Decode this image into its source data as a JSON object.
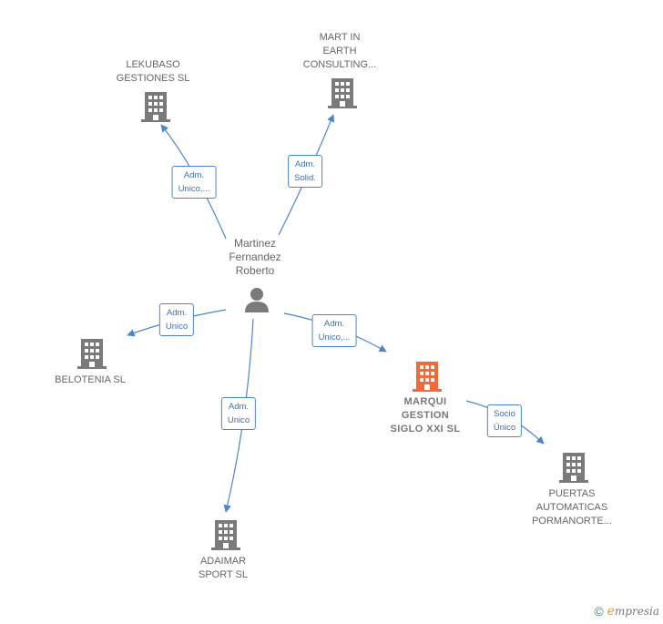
{
  "colors": {
    "edge": "#4a86d0",
    "building": "#7a7a7a",
    "building_focus": "#f26a3a",
    "person": "#7a7a7a"
  },
  "nodes": {
    "lekubaso": {
      "label": "LEKUBASO\nGESTIONES SL",
      "icon": "building-icon"
    },
    "martin_earth": {
      "label": "MART IN\nEARTH\nCONSULTING...",
      "icon": "building-icon"
    },
    "person": {
      "label": "Martinez\nFernandez\nRoberto",
      "icon": "person-icon"
    },
    "belotenia": {
      "label": "BELOTENIA SL",
      "icon": "building-icon"
    },
    "marqui": {
      "label": "MARQUI\nGESTION\nSIGLO XXI  SL",
      "icon": "building-icon"
    },
    "adaimar": {
      "label": "ADAIMAR\nSPORT  SL",
      "icon": "building-icon"
    },
    "puertas": {
      "label": "PUERTAS\nAUTOMATICAS\nPORMANORTE...",
      "icon": "building-icon"
    }
  },
  "edges": {
    "to_lekubaso": "Adm.\nUnico,...",
    "to_martin_earth": "Adm.\nSolid.",
    "to_belotenia": "Adm.\nUnico",
    "to_marqui": "Adm.\nUnico,...",
    "to_adaimar": "Adm.\nUnico",
    "marqui_to_puertas": "Socio\nÚnico"
  },
  "footer": {
    "copyright": "©",
    "brand_initial": "e",
    "brand_rest": "mpresia"
  }
}
